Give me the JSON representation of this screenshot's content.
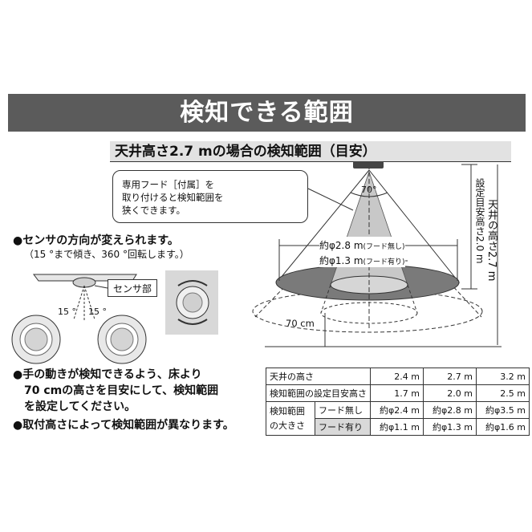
{
  "title": "検知できる範囲",
  "subtitle": "天井高さ2.7 mの場合の検知範囲（目安）",
  "callout": {
    "text": "専用フード［付属］を\n取り付けると検知範囲を\n狭くできます。"
  },
  "sensor_section": {
    "bullet": "●センサの方向が変えられます。",
    "note": "（15 °まで傾き、360 °回転します。）",
    "sensor_label": "センサ部",
    "tilt_left": "15 °",
    "tilt_right": "15 °"
  },
  "diagram": {
    "angle": "70°",
    "range_no_hood": "約φ2.8 m",
    "range_no_hood_tag": "(フード無し)",
    "range_with_hood": "約φ1.3 m",
    "range_with_hood_tag": "(フード有り)",
    "height_70": "70 cm",
    "setting_height": "設定目安高さ2.0 m",
    "ceiling_height": "天井の高さ2.7 m"
  },
  "instructions": {
    "item1": "●手の動きが検知できるよう、床より\n　70 cmの高さを目安にして、検知範囲\n　を設定してください。",
    "item2": "●取付高さによって検知範囲が異なります。"
  },
  "table": {
    "row_ceiling": {
      "label": "天井の高さ",
      "values": [
        "2.4 m",
        "2.7 m",
        "3.2 m"
      ]
    },
    "row_setting": {
      "label": "検知範囲の設定目安高さ",
      "values": [
        "1.7 m",
        "2.0 m",
        "2.5 m"
      ]
    },
    "group_label_1": "検知範囲",
    "group_label_2": "の大きさ",
    "row_no_hood": {
      "label": "フード無し",
      "values": [
        "約φ2.4 m",
        "約φ2.8 m",
        "約φ3.5 m"
      ]
    },
    "row_with_hood": {
      "label": "フード有り",
      "values": [
        "約φ1.1 m",
        "約φ1.3 m",
        "約φ1.6 m"
      ]
    }
  },
  "colors": {
    "title_bar": "#5b5b5b",
    "ellipse_fill": "#7a7a7a",
    "inner_cone": "#c8c8c8",
    "table_gray": "#d9d9d9"
  }
}
